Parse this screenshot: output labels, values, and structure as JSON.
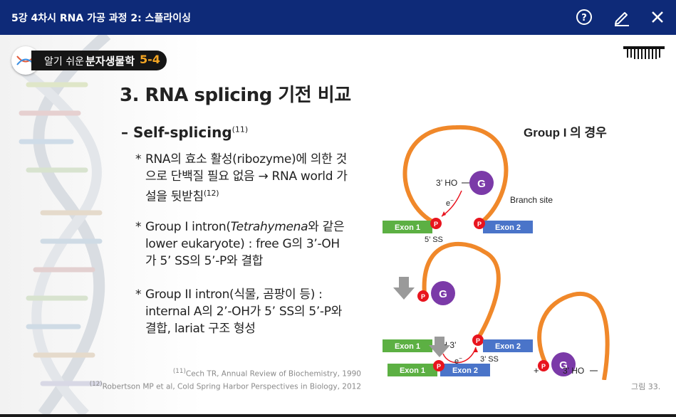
{
  "topbar": {
    "title": "5강 4차시 RNA 가공 과정 2: 스플라이싱",
    "icons": [
      "help-icon",
      "edit-icon",
      "close-icon"
    ]
  },
  "brand": {
    "label1": "알기 쉬운",
    "label2": "분자생물학",
    "label3": "5-4",
    "accent": "#f5a623"
  },
  "slide": {
    "heading": "3. RNA splicing 기전 비교",
    "sub_title": "– Self-splicing",
    "sub_ref": "(11)",
    "bullets": [
      {
        "lines": [
          "RNA의 효소 활성(ribozyme)에 의한 것",
          "으로 단백질 필요 없음 → RNA world 가",
          "설을 뒷받침"
        ],
        "ref": "(12)"
      },
      {
        "lines": [
          "Group I intron(",
          "Tetrahymena",
          "와 같은",
          "lower eukaryote) : free G의 3’-OH",
          "가 5’ SS의 5’-P와 결합"
        ]
      },
      {
        "lines": [
          "Group II intron(식물, 곰팡이 등) :",
          "internal A의 2’-OH가 5’ SS의 5’-P와",
          "결합, lariat 구조 형성"
        ]
      }
    ],
    "ref1_mark": "(11)",
    "ref1": "Cech TR, Annual Review of Biochemistry, 1990",
    "ref2_mark": "(12)",
    "ref2": "Robertson MP et al, Cold Spring Harbor Perspectives in Biology, 2012",
    "figure_label": "그림 33."
  },
  "diagram": {
    "title": "Group I 의 경우",
    "exon1": "Exon 1",
    "exon2": "Exon 2",
    "p": "P",
    "g": "G",
    "ho3": "3’ HO",
    "oh3": "OH 3’",
    "electron": "e",
    "minus": "−",
    "ss5": "5’ SS",
    "ss3": "3’ SS",
    "branch": "Branch site",
    "plus": "+",
    "ho3_final": "3’ HO",
    "colors": {
      "exon1": "#5cb043",
      "exon2": "#4a74c9",
      "intron": "#f0882a",
      "phos": "#e8141e",
      "g": "#7b3aa8",
      "arrow": "#9a9a9a",
      "e_arrow": "#e8141e"
    }
  }
}
